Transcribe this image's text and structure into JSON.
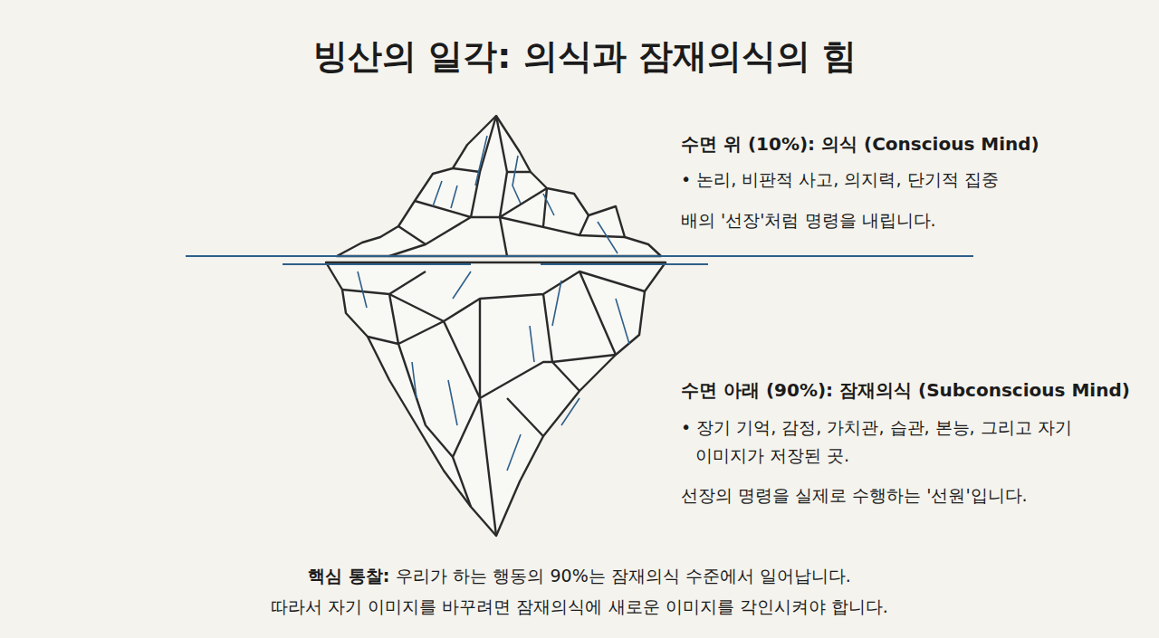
{
  "diagram": {
    "title": "빙산의 일각: 의식과 잠재의식의 힘",
    "labels": [
      "수면 위 (10%): 의식 (Conscious Mind)",
      "• 논리, 비판적 사고, 의지력, 단기적 집중",
      "배의 '선장'처럼 명령을 내립니다.",
      "수면 아래 (90%): 잠재의식 (Subconscious Mind)",
      "• 장기 기억, 감정, 가치관, 습관, 본능, 그리고 자기 이미지가 저장된 곳.",
      "선장의 명령을 실제로 수행하는 '선원'입니다.",
      "핵심 통찰:",
      "우리가 하는 행동의 90%는 잠재의식 수준에서 일어납니다.",
      "따라서 자기 이미지를 바꾸려면 잠재의식에 새로운 이미지를 각인시켜야 합니다."
    ]
  }
}
